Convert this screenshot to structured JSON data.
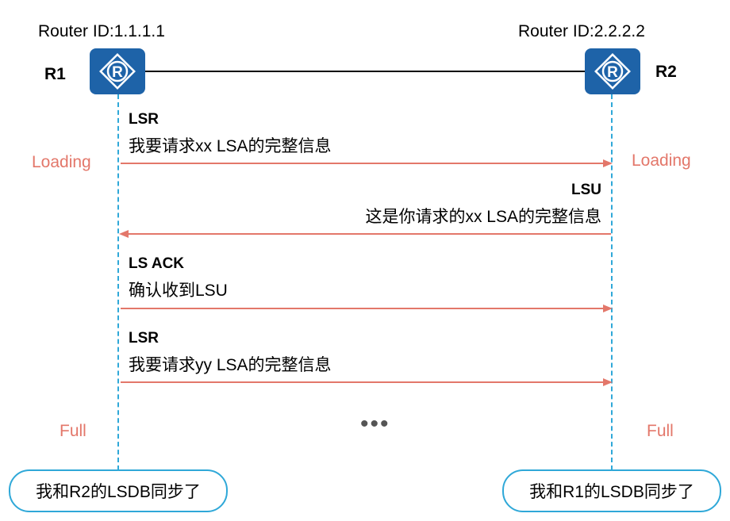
{
  "r1": {
    "router_id": "Router ID:1.1.1.1",
    "name": "R1",
    "state_loading": "Loading",
    "state_full": "Full",
    "status": "我和R2的LSDB同步了"
  },
  "r2": {
    "router_id": "Router ID:2.2.2.2",
    "name": "R2",
    "state_loading": "Loading",
    "state_full": "Full",
    "status": "我和R1的LSDB同步了"
  },
  "messages": [
    {
      "title": "LSR",
      "text": "我要请求xx LSA的完整信息",
      "direction": "R1->R2"
    },
    {
      "title": "LSU",
      "text": "这是你请求的xx LSA的完整信息",
      "direction": "R2->R1"
    },
    {
      "title": "LS ACK",
      "text": "确认收到LSU",
      "direction": "R1->R2"
    },
    {
      "title": "LSR",
      "text": "我要请求yy LSA的完整信息",
      "direction": "R1->R2"
    }
  ],
  "ellipsis": "•••",
  "colors": {
    "router": "#1e63a8",
    "lifeline": "#2fa8d8",
    "arrow": "#e3776a",
    "state_text": "#e3776a"
  }
}
